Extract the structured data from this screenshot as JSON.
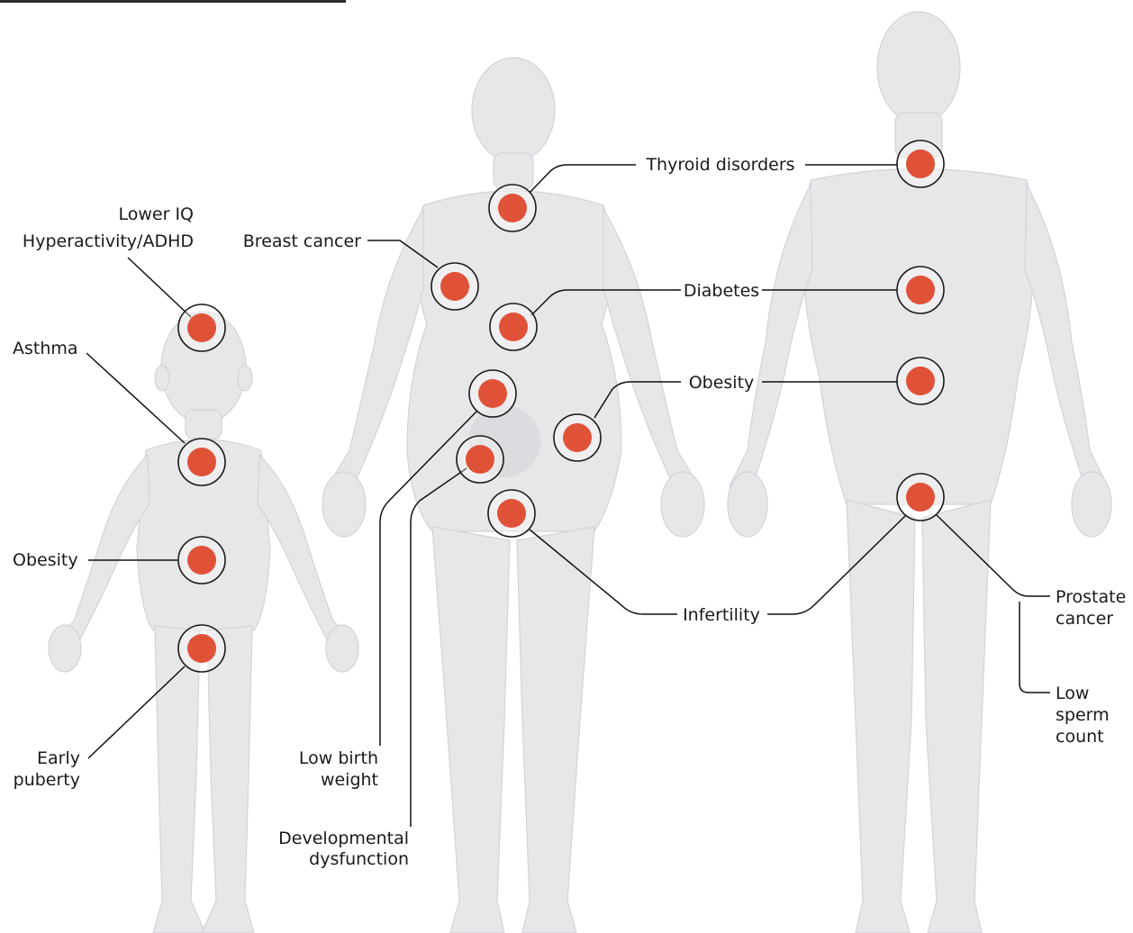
{
  "colors": {
    "marker": "#e05238",
    "body": "#e7e7ea",
    "leader_line": "#111111",
    "header_bar": "#2b2b2b"
  },
  "figures": {
    "child": {
      "labels": {
        "lower_iq": "Lower IQ",
        "hyperactivity": "Hyperactivity/ADHD",
        "asthma": "Asthma",
        "obesity": "Obesity",
        "early_puberty_line1": "Early",
        "early_puberty_line2": "puberty"
      }
    },
    "woman": {
      "labels": {
        "breast_cancer": "Breast cancer",
        "low_birth_weight_line1": "Low birth",
        "low_birth_weight_line2": "weight",
        "developmental_line1": "Developmental",
        "developmental_line2": "dysfunction"
      }
    },
    "shared": {
      "labels": {
        "thyroid": "Thyroid disorders",
        "diabetes": "Diabetes",
        "obesity": "Obesity",
        "infertility": "Infertility"
      }
    },
    "man": {
      "labels": {
        "prostate_line1": "Prostate",
        "prostate_line2": "cancer",
        "low_sperm_line1": "Low",
        "low_sperm_line2": "sperm",
        "low_sperm_line3": "count"
      }
    }
  }
}
